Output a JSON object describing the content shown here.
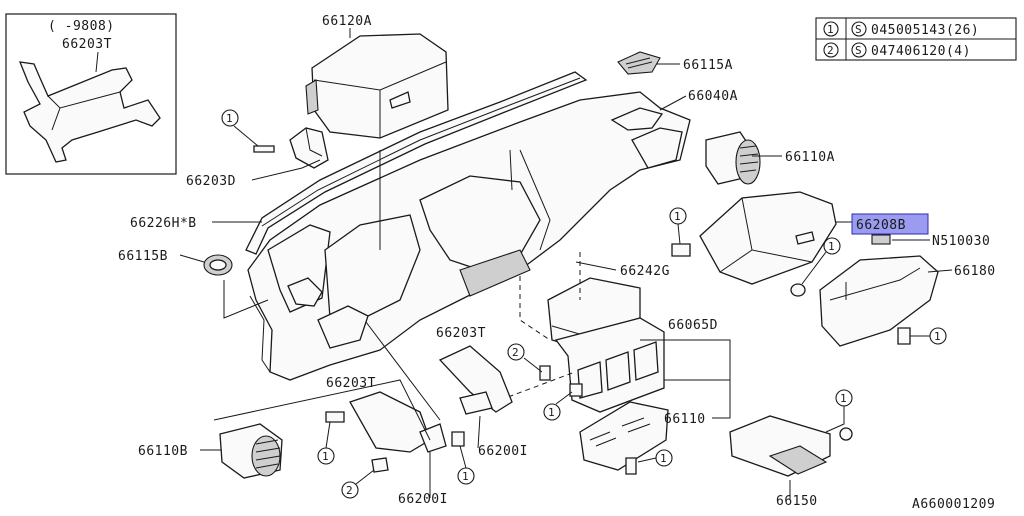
{
  "diagram": {
    "inset": {
      "date_range": "(  -9808)",
      "part": "66203T"
    },
    "legend": [
      {
        "num": "1",
        "s": "S",
        "code": "045005143(26)"
      },
      {
        "num": "2",
        "s": "S",
        "code": "047406120(4)"
      }
    ],
    "labels": {
      "p66120A": "66120A",
      "p66115A": "66115A",
      "p66040A": "66040A",
      "p66110A": "66110A",
      "p66203D": "66203D",
      "p66226HB": "66226H*B",
      "p66208B": "66208B",
      "pN510030": "N510030",
      "p66115B": "66115B",
      "p66242G": "66242G",
      "p66180": "66180",
      "p66065D": "66065D",
      "p66203T_a": "66203T",
      "p66203T_b": "66203T",
      "p66200I_a": "66200I",
      "p66200I_b": "66200I",
      "p66110": "66110",
      "p66110B": "66110B",
      "p66150": "66150"
    },
    "highlight_color": "#9b9bf0",
    "code": "A660001209"
  }
}
